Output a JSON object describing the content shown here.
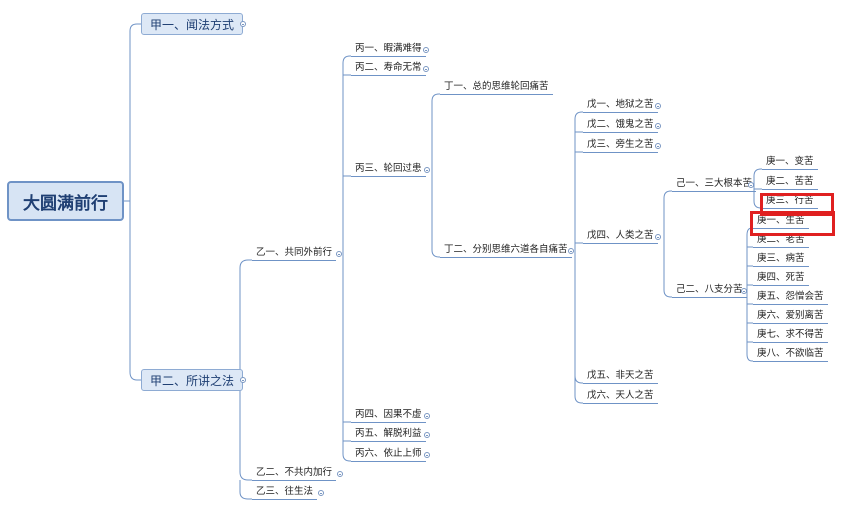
{
  "root": "大圆满前行",
  "jia1": "甲一、闻法方式",
  "jia2": "甲二、所讲之法",
  "yi": [
    "乙一、共同外前行",
    "乙二、不共内加行",
    "乙三、往生法"
  ],
  "bing": [
    "丙一、暇满难得",
    "丙二、寿命无常",
    "丙三、轮回过患",
    "丙四、因果不虚",
    "丙五、解脱利益",
    "丙六、依止上师"
  ],
  "ding": [
    "丁一、总的思维轮回痛苦",
    "丁二、分别思维六道各自痛苦"
  ],
  "wu": [
    "戊一、地狱之苦",
    "戊二、饿鬼之苦",
    "戊三、旁生之苦",
    "戊四、人类之苦",
    "戊五、非天之苦",
    "戊六、天人之苦"
  ],
  "ji": [
    "己一、三大根本苦",
    "己二、八支分苦"
  ],
  "geng_root": [
    "庚一、变苦",
    "庚二、苦苦",
    "庚三、行苦"
  ],
  "geng_branch": [
    "庚一、生苦",
    "庚二、老苦",
    "庚三、病苦",
    "庚四、死苦",
    "庚五、怨憎会苦",
    "庚六、爱别离苦",
    "庚七、求不得苦",
    "庚八、不欲临苦"
  ],
  "colors": {
    "line": "#6f93c6",
    "highlight": "#e02020",
    "root_fill": "#d7e4f4"
  }
}
